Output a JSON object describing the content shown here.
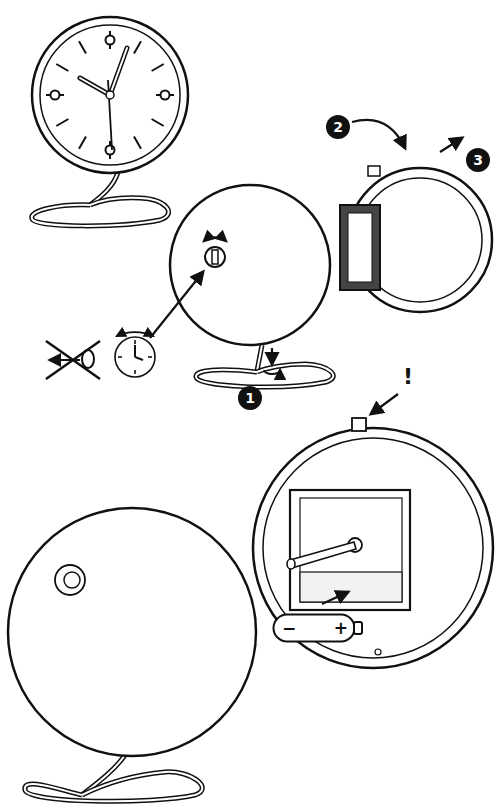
{
  "diagram": {
    "nodes": [
      {
        "text": [
          "2"
        ]
      },
      {
        "text": [
          "3"
        ]
      },
      {
        "text": [
          "1"
        ]
      },
      {
        "text": [
          "−",
          "+"
        ]
      }
    ],
    "labels": [
      "!"
    ]
  }
}
